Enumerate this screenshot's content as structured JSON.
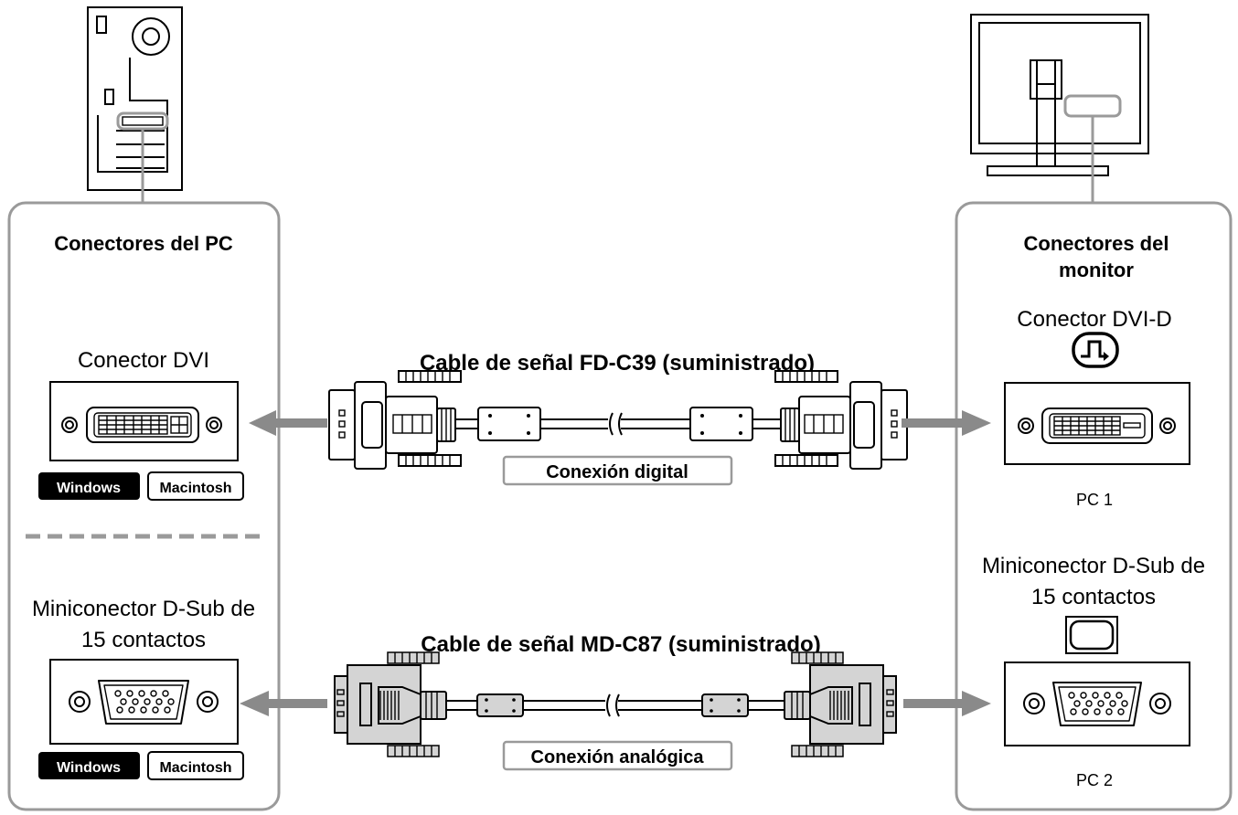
{
  "pc_panel": {
    "title": "Conectores del PC",
    "dvi_label": "Conector DVI",
    "dsub_label_line1": "Miniconector D-Sub de",
    "dsub_label_line2": "15 contactos",
    "badge_windows": "Windows",
    "badge_macintosh": "Macintosh"
  },
  "monitor_panel": {
    "title_line1": "Conectores del",
    "title_line2": "monitor",
    "dvi_label": "Conector DVI-D",
    "dsub_label_line1": "Miniconector D-Sub de",
    "dsub_label_line2": "15 contactos",
    "dvi_input": "PC 1",
    "dsub_input": "PC 2"
  },
  "digital_cable": {
    "title": "Cable de señal FD-C39 (suministrado)",
    "connection": "Conexión digital"
  },
  "analog_cable": {
    "title": "Cable de señal MD-C87 (suministrado)",
    "connection": "Conexión analógica"
  },
  "colors": {
    "panel_border": "#9a9a9a",
    "arrow": "#8a8a8a",
    "badge_dark": "#000000",
    "analog_cable_fill": "#d4d4d4"
  },
  "icons": [
    "pc-tower-icon",
    "monitor-icon",
    "dvi-port-icon",
    "dsub-port-icon",
    "digital-signal-icon",
    "analog-signal-icon"
  ]
}
